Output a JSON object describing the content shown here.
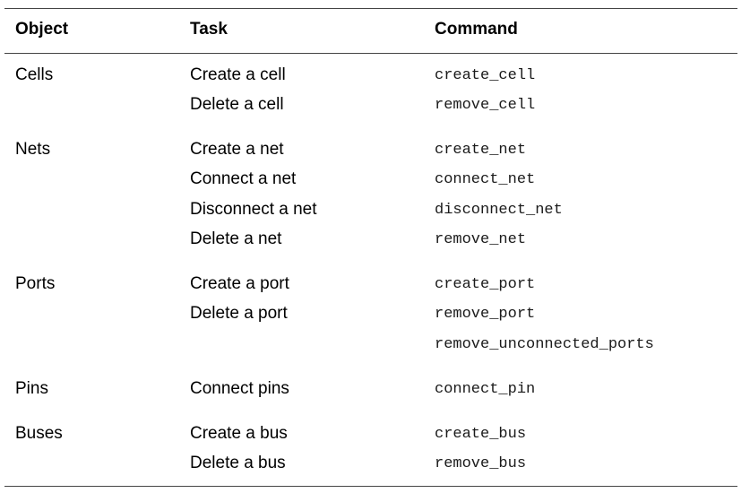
{
  "headers": {
    "object": "Object",
    "task": "Task",
    "command": "Command"
  },
  "rows": [
    {
      "object": "Cells",
      "task": "Create a cell",
      "command": "create_cell"
    },
    {
      "object": "",
      "task": "Delete a cell",
      "command": "remove_cell"
    },
    {
      "object": "Nets",
      "task": "Create a net",
      "command": "create_net"
    },
    {
      "object": "",
      "task": "Connect a net",
      "command": "connect_net"
    },
    {
      "object": "",
      "task": "Disconnect a net",
      "command": "disconnect_net"
    },
    {
      "object": "",
      "task": "Delete a net",
      "command": "remove_net"
    },
    {
      "object": "Ports",
      "task": "Create a port",
      "command": "create_port"
    },
    {
      "object": "",
      "task": "Delete a port",
      "command": "remove_port"
    },
    {
      "object": "",
      "task": "",
      "command": "remove_unconnected_ports"
    },
    {
      "object": "Pins",
      "task": "Connect pins",
      "command": "connect_pin"
    },
    {
      "object": "Buses",
      "task": "Create a bus",
      "command": "create_bus"
    },
    {
      "object": "",
      "task": "Delete a bus",
      "command": "remove_bus"
    }
  ]
}
